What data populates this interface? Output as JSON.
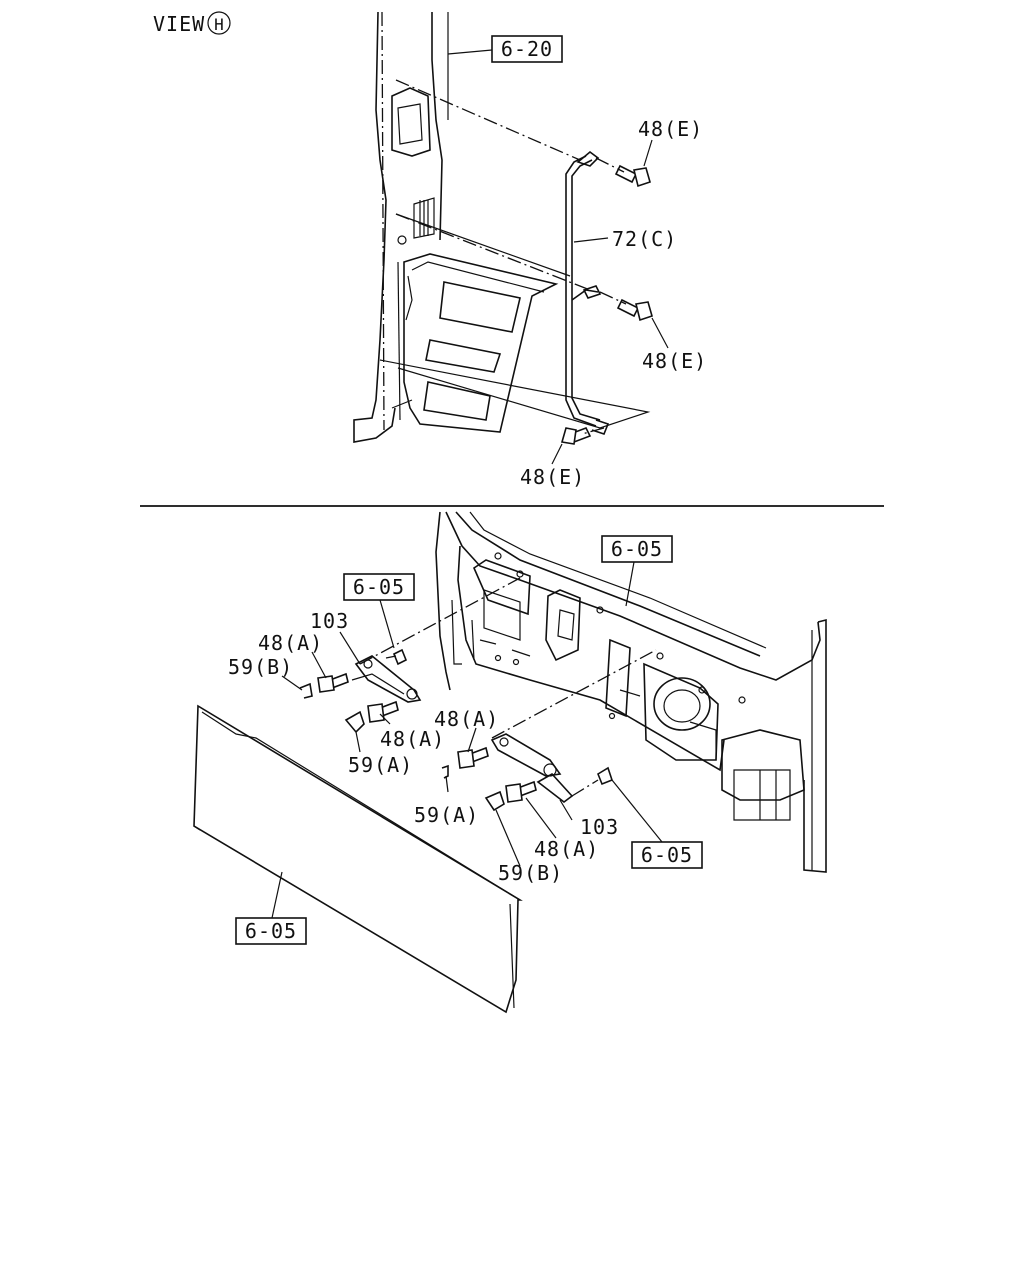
{
  "view": {
    "prefix": "VIEW",
    "letter": "H"
  },
  "upper": {
    "ref_box": "6-20",
    "labels": {
      "bolt_top": "48(E)",
      "rod": "72(C)",
      "bolt_mid": "48(E)",
      "bolt_bottom": "48(E)"
    }
  },
  "lower": {
    "ref_boxes": {
      "panel_top": "6-05",
      "hinge_left": "6-05",
      "bracket_right": "6-05",
      "lid": "6-05"
    },
    "labels": {
      "hinge_left_part": "103",
      "bolt_left_upper": "48(A)",
      "clip_left": "59(B)",
      "bolt_left_lower": "48(A)",
      "cap_left": "59(A)",
      "bolt_right_upper": "48(A)",
      "clip_right": "59(A)",
      "hinge_right_part": "103",
      "bolt_right_lower": "48(A)",
      "cap_right": "59(B)"
    }
  }
}
